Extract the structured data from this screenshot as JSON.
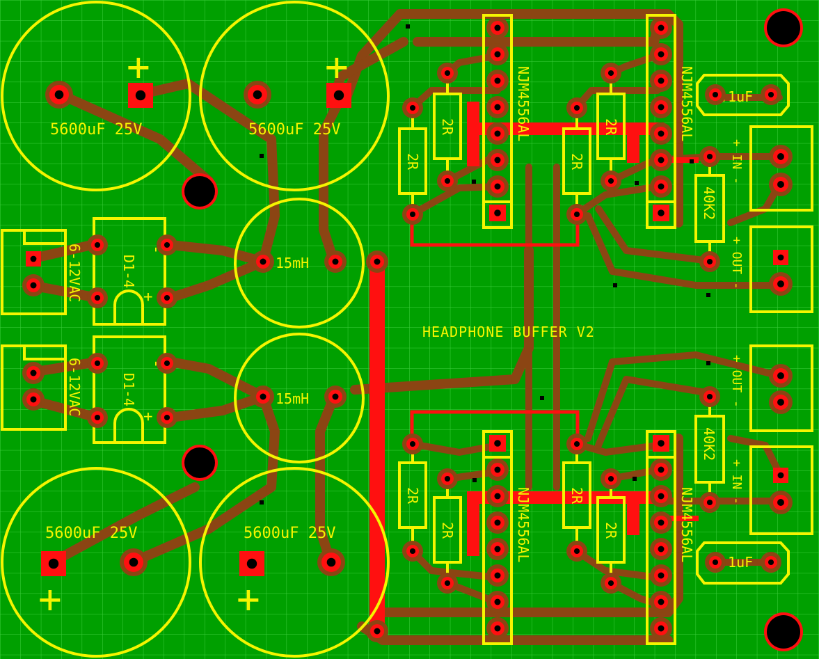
{
  "board": {
    "title": "HEADPHONE BUFFER V2",
    "colors": {
      "substrate": "#00a000",
      "grid": "#3fd03f",
      "copper_bottom": "#8b4513",
      "copper_top": "#ff1010",
      "silkscreen": "#f5f500",
      "drill": "#000000"
    }
  },
  "labels": {
    "cap_bulk": "5600uF 25V",
    "plus": "+",
    "inductor": "15mH",
    "bridge": "D1-4",
    "ac_in": "6-12VAC",
    "ic": "NJM4556AL",
    "res_2r": "2R",
    "res_40k2": "40K2",
    "cap_small": ".1uF",
    "in_conn": "+ IN -",
    "out_conn": "+ OUT -",
    "minus": "-"
  }
}
